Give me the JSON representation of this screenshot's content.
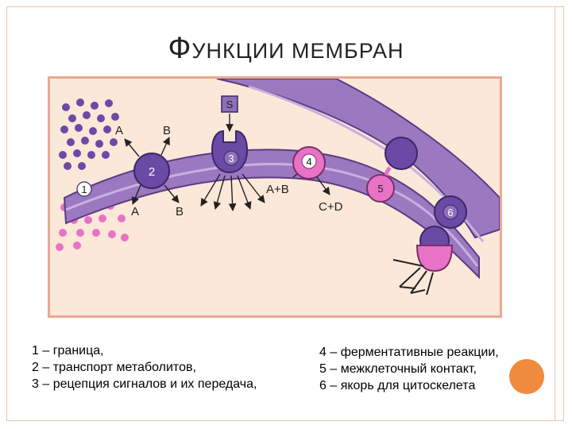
{
  "slide": {
    "title_first": "Ф",
    "title_rest": "УНКЦИИ МЕМБРАН"
  },
  "diagram": {
    "labels": {
      "s": "S",
      "a_top": "A",
      "b_top": "B",
      "a_bottom": "A",
      "b_bottom": "B",
      "a_plus_b": "A+B",
      "c_plus_d": "C+D",
      "n1": "1",
      "n2": "2",
      "n3": "3",
      "n4": "4",
      "n5": "5",
      "n6": "6"
    },
    "colors": {
      "membrane": "#9b78c0",
      "membrane_edge": "#5a3c82",
      "protein": "#6b4aa6",
      "pink": "#e873c6",
      "background": "#fbe8d9",
      "border": "#e9a893"
    }
  },
  "legend": {
    "left": [
      "1 – граница,",
      "2 – транспорт метаболитов,",
      "3 – рецепция сигналов и их передача,"
    ],
    "right": [
      "4 – ферментативные реакции,",
      "5 – межклеточный контакт,",
      "6 – якорь для цитоскелета"
    ]
  },
  "decor": {
    "accent": "#f08a3e"
  }
}
